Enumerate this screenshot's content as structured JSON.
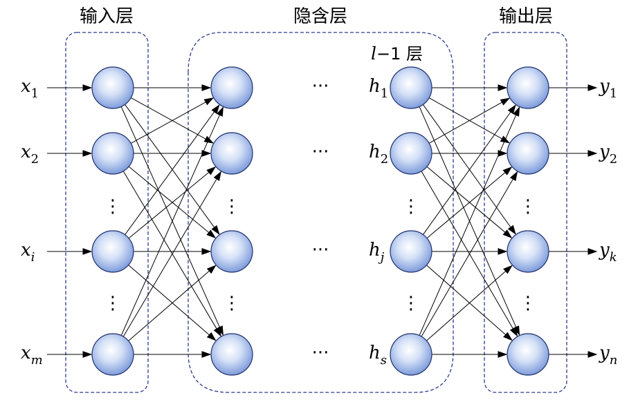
{
  "titles": {
    "input_layer": "输入层",
    "hidden_layer": "隐含层",
    "output_layer": "输出层",
    "last_hidden_layer": {
      "var": "l",
      "suffix": "−1 层"
    }
  },
  "inputs": [
    {
      "var": "x",
      "sub": "1"
    },
    {
      "var": "x",
      "sub": "2"
    },
    {
      "var": "x",
      "sub": "i"
    },
    {
      "var": "x",
      "sub": "m"
    }
  ],
  "hidden_last": [
    {
      "var": "h",
      "sub": "1"
    },
    {
      "var": "h",
      "sub": "2"
    },
    {
      "var": "h",
      "sub": "j"
    },
    {
      "var": "h",
      "sub": "s"
    }
  ],
  "outputs": [
    {
      "var": "y",
      "sub": "1"
    },
    {
      "var": "y",
      "sub": "2"
    },
    {
      "var": "y",
      "sub": "k"
    },
    {
      "var": "y",
      "sub": "n"
    }
  ],
  "ellipsis": {
    "horizontal": "···",
    "vertical": "⋮"
  },
  "colors": {
    "node_center": "#ffffff",
    "node_mid": "#c9d8f4",
    "node_edge": "#6f8fd6",
    "node_stroke": "#1f2f6b",
    "box_dash": "#2b3a8c",
    "connection": "#000000"
  }
}
